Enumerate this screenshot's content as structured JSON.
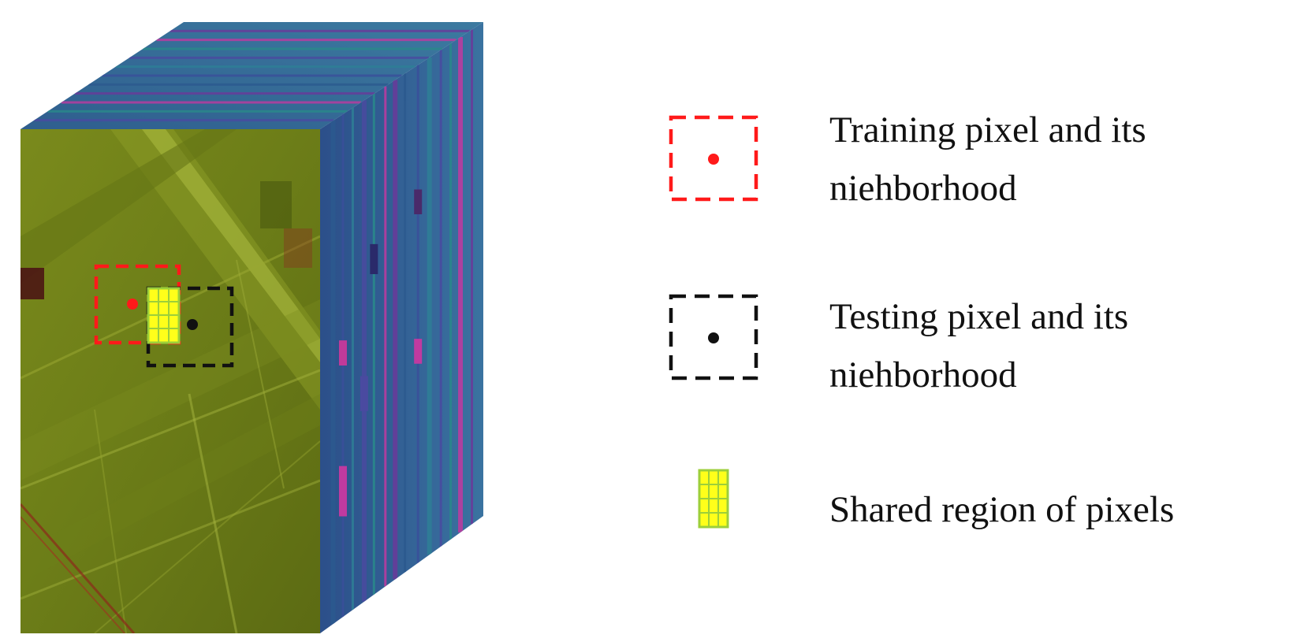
{
  "legend": {
    "training": {
      "line1": "Training pixel and its",
      "line2": "niehborhood",
      "color": "#ff1a1a"
    },
    "testing": {
      "line1": "Testing pixel and its",
      "line2": "niehborhood",
      "color": "#111111"
    },
    "shared": {
      "label": "Shared region of pixels",
      "fill": "#ffff1a",
      "border": "#9ccf3a"
    }
  },
  "cube": {
    "front_face_colors": [
      "#6a7a16",
      "#7f8f1f",
      "#5f6e14"
    ],
    "band_colors": [
      "#2c5a8f",
      "#3a4f9a",
      "#2e7f96",
      "#4a4aa0",
      "#2a8a8a",
      "#c03aa0",
      "#6a3a9a"
    ]
  }
}
